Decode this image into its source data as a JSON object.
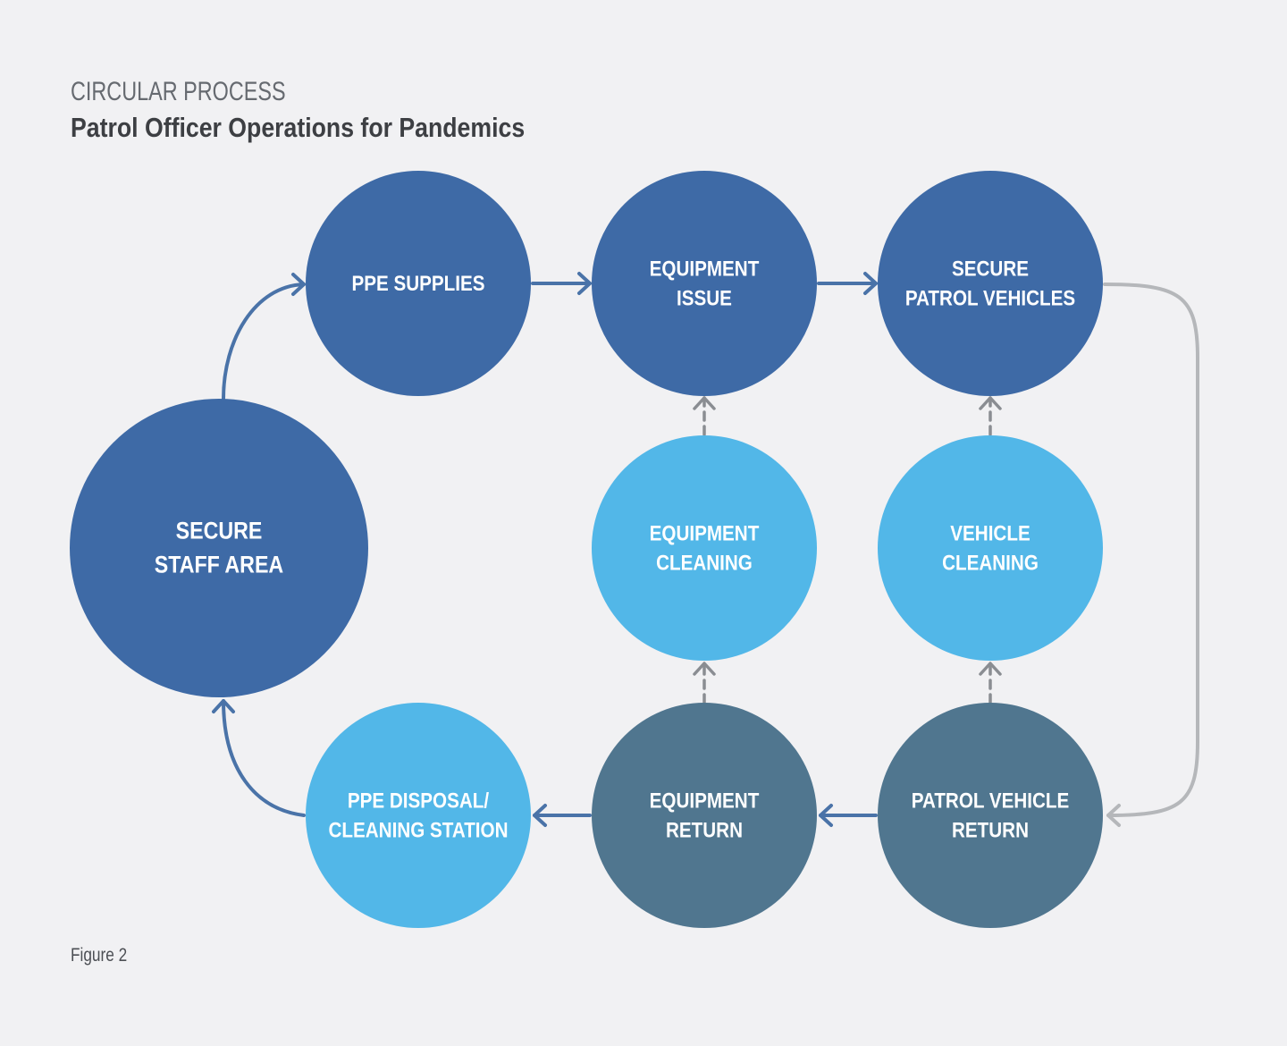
{
  "header": {
    "kicker": "CIRCULAR PROCESS",
    "title": "Patrol Officer Operations for Pandemics"
  },
  "footer": {
    "caption": "Figure 2"
  },
  "colors": {
    "background": "#f1f1f3",
    "dark_blue": "#3e6aa6",
    "light_blue": "#52b7e8",
    "slate": "#50768f",
    "arrow_solid": "#4a73a8",
    "arrow_dashed": "#8a8d92",
    "arrow_gray": "#b5b7ba"
  },
  "nodes": [
    {
      "id": "secure-staff-area",
      "lines": [
        "SECURE",
        "STAFF AREA"
      ],
      "color": "dark_blue"
    },
    {
      "id": "ppe-supplies",
      "lines": [
        "PPE SUPPLIES"
      ],
      "color": "dark_blue"
    },
    {
      "id": "equipment-issue",
      "lines": [
        "EQUIPMENT",
        "ISSUE"
      ],
      "color": "dark_blue"
    },
    {
      "id": "secure-patrol-vehicles",
      "lines": [
        "SECURE",
        "PATROL VEHICLES"
      ],
      "color": "dark_blue"
    },
    {
      "id": "equipment-cleaning",
      "lines": [
        "EQUIPMENT",
        "CLEANING"
      ],
      "color": "light_blue"
    },
    {
      "id": "vehicle-cleaning",
      "lines": [
        "VEHICLE",
        "CLEANING"
      ],
      "color": "light_blue"
    },
    {
      "id": "ppe-disposal-cleaning-station",
      "lines": [
        "PPE DISPOSAL/",
        "CLEANING STATION"
      ],
      "color": "light_blue"
    },
    {
      "id": "equipment-return",
      "lines": [
        "EQUIPMENT",
        "RETURN"
      ],
      "color": "slate"
    },
    {
      "id": "patrol-vehicle-return",
      "lines": [
        "PATROL VEHICLE",
        "RETURN"
      ],
      "color": "slate"
    }
  ],
  "connections": [
    {
      "from": "secure-staff-area",
      "to": "ppe-supplies",
      "style": "solid"
    },
    {
      "from": "ppe-supplies",
      "to": "equipment-issue",
      "style": "solid"
    },
    {
      "from": "equipment-issue",
      "to": "secure-patrol-vehicles",
      "style": "solid"
    },
    {
      "from": "secure-patrol-vehicles",
      "to": "patrol-vehicle-return",
      "style": "gray"
    },
    {
      "from": "patrol-vehicle-return",
      "to": "equipment-return",
      "style": "solid"
    },
    {
      "from": "equipment-return",
      "to": "ppe-disposal-cleaning-station",
      "style": "solid"
    },
    {
      "from": "ppe-disposal-cleaning-station",
      "to": "secure-staff-area",
      "style": "solid"
    },
    {
      "from": "equipment-cleaning",
      "to": "equipment-issue",
      "style": "dashed"
    },
    {
      "from": "equipment-return",
      "to": "equipment-cleaning",
      "style": "dashed"
    },
    {
      "from": "vehicle-cleaning",
      "to": "secure-patrol-vehicles",
      "style": "dashed"
    },
    {
      "from": "patrol-vehicle-return",
      "to": "vehicle-cleaning",
      "style": "dashed"
    }
  ]
}
